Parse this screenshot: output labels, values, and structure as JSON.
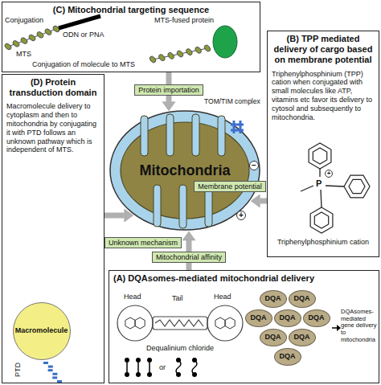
{
  "diagram": {
    "nodes": [
      {
        "text": [
          "(C) Mitochondrial targeting sequence"
        ]
      },
      {
        "text": [
          "(B) TPP mediated delivery of cargo based on membrane potential",
          "Triphenylphosphinium (TPP) cation when conjugated with small molecules like ATP, vitamins etc favor its delivery to cytosol and subsequently to mitochondria."
        ]
      },
      {
        "text": [
          "(D) Protein transduction domain",
          "Macromolecule delivery to cytoplasm and then to mitochondria by conjugating it with PTD follows an unknown pathway which is independent of MTS."
        ]
      },
      {
        "text": [
          "Macromolecule"
        ],
        "in": 2
      },
      {
        "text": [
          "Mitochondria"
        ]
      },
      {
        "text": [
          "(A) DQAsomes-mediated mitochondrial delivery"
        ]
      },
      {
        "text": [
          "DQA"
        ],
        "in": 5
      },
      {
        "text": [
          "DQA"
        ],
        "in": 5
      },
      {
        "text": [
          "DQA"
        ],
        "in": 5
      },
      {
        "text": [
          "DQA"
        ],
        "in": 5
      },
      {
        "text": [
          "DQA"
        ],
        "in": 5
      },
      {
        "text": [
          "DQA"
        ],
        "in": 5
      },
      {
        "text": [
          "DQA"
        ],
        "in": 5
      },
      {
        "text": [
          "DQA"
        ],
        "in": 5
      }
    ],
    "edges": [
      {
        "from": 0,
        "to": 4,
        "arrow": "to",
        "label": "Protein importation"
      },
      {
        "from": 1,
        "to": 4,
        "arrow": "to",
        "label": "Membrane potential"
      },
      {
        "from": 2,
        "to": 4,
        "arrow": "to",
        "label": "Unknown mechanism"
      },
      {
        "from": 5,
        "to": 4,
        "arrow": "to",
        "label": "Mitochondrial affinity"
      }
    ],
    "labels": [
      "Conjugation",
      "MTS-fused protein",
      "ODN or PNA",
      "MTS",
      "Conjugation of molecule to MTS",
      "Triphenylphosphinium cation",
      "TOM/TIM complex",
      "PTD",
      "Head",
      "Tail",
      "Head",
      "Dequalinium chloride",
      "or",
      "DQAsomes-mediated gene delivery to mitochondria",
      "−",
      "+",
      "P",
      "+"
    ]
  }
}
